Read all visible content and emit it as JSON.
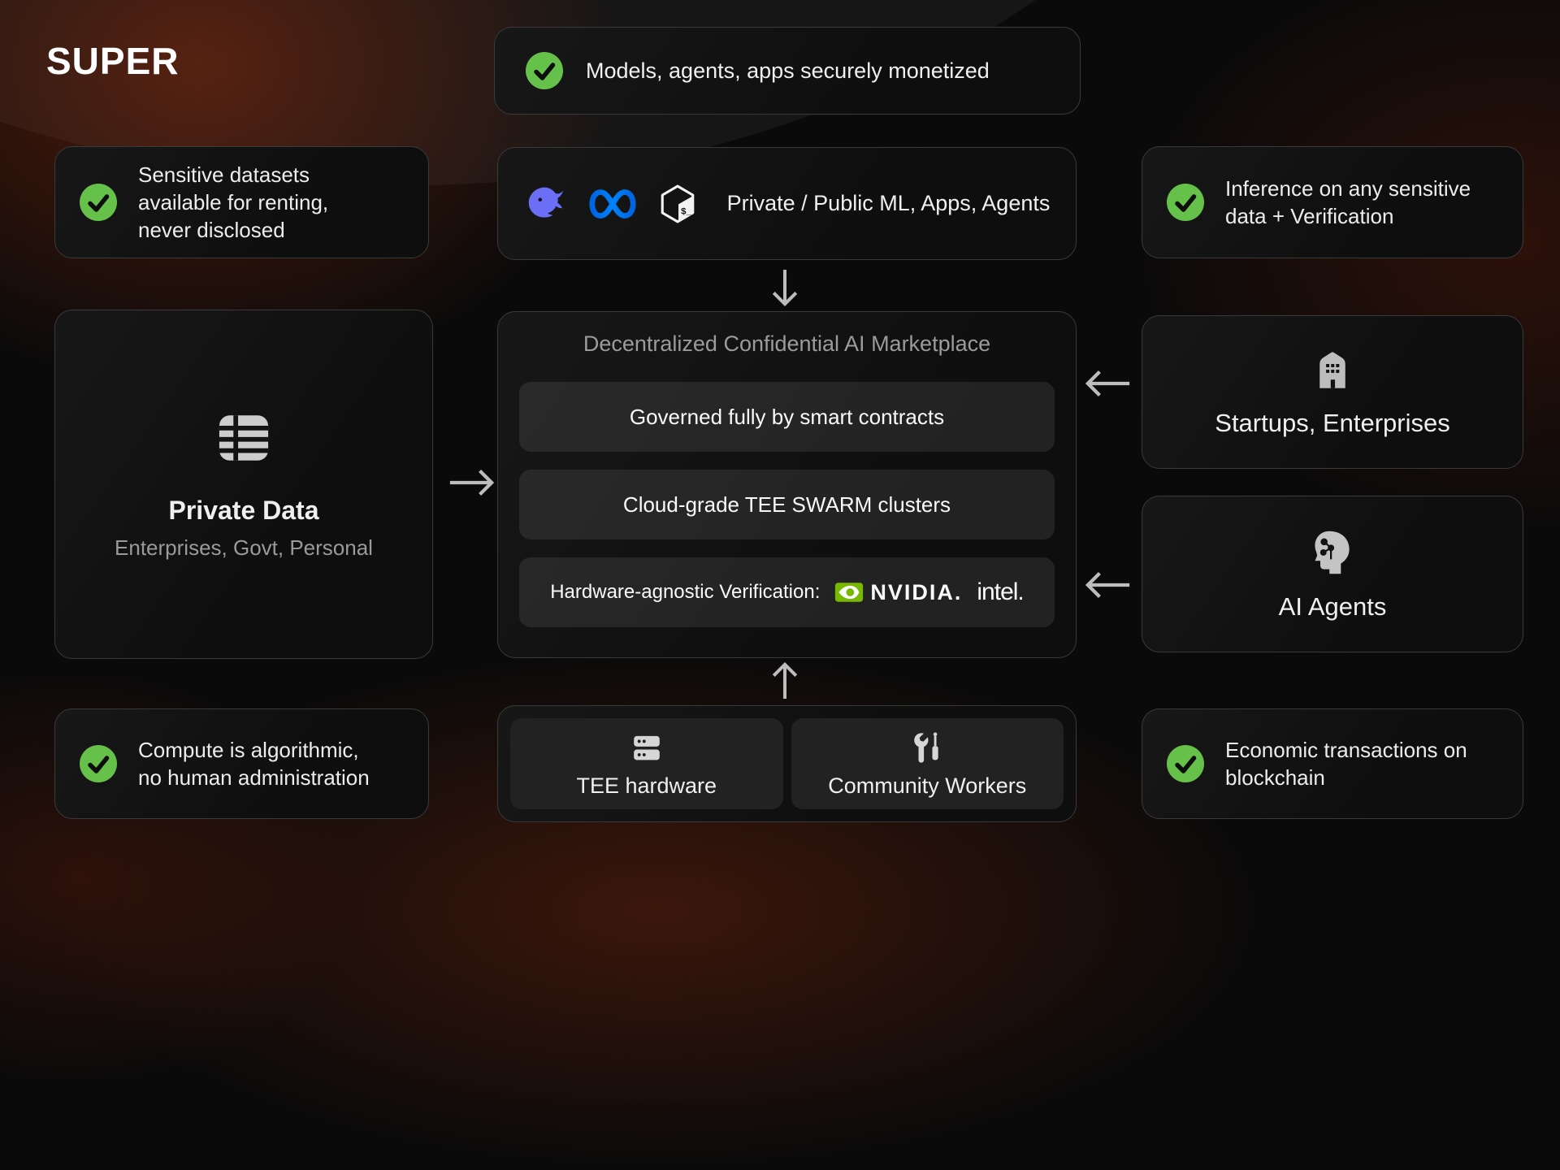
{
  "brand": {
    "logo": "SUPER"
  },
  "colors": {
    "accent_green": "#66C14B",
    "nvidia_green": "#76B900",
    "meta_blue": "#0082FB",
    "deepseek_blue": "#6A6FF5",
    "card_border": "#3a3a3a",
    "muted_text": "#9a9a9a"
  },
  "banner": {
    "text": "Models, agents, apps securely monetized"
  },
  "notes": {
    "sensitive": "Sensitive datasets available for renting, never disclosed",
    "inference": "Inference on any sensitive data + Verification",
    "compute": "Compute is algorithmic, no human administration",
    "economic": "Economic transactions on blockchain"
  },
  "private_data": {
    "title": "Private Data",
    "subtitle": "Enterprises, Govt, Personal"
  },
  "sources": {
    "label": "Private / Public ML, Apps, Agents",
    "logos": [
      "deepseek",
      "meta",
      "bash"
    ]
  },
  "marketplace": {
    "title": "Decentralized Confidential AI Marketplace",
    "rows": [
      "Governed fully by smart contracts",
      "Cloud-grade TEE SWARM clusters"
    ],
    "verification": {
      "label": "Hardware-agnostic Verification:",
      "vendors": [
        "NVIDIA.",
        "intel."
      ]
    }
  },
  "infrastructure": {
    "tee": "TEE hardware",
    "workers": "Community Workers"
  },
  "consumers": {
    "startups": "Startups, Enterprises",
    "agents": "AI Agents"
  }
}
